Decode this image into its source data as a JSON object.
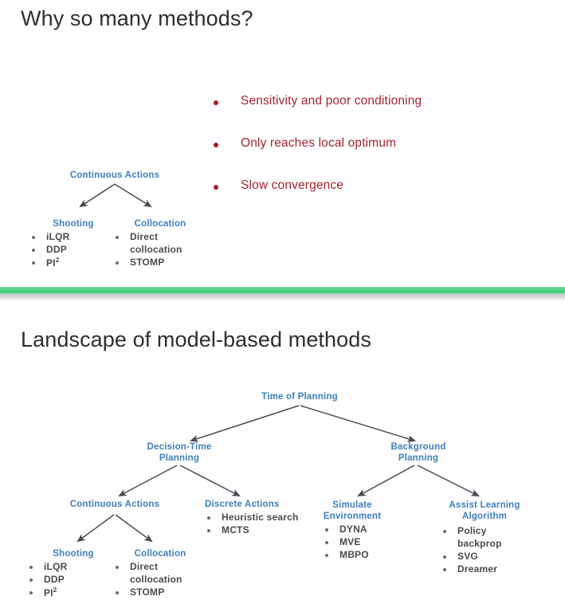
{
  "slide_top": {
    "title": "Why so many methods?",
    "issues": [
      "Sensitivity and poor conditioning",
      "Only reaches local optimum",
      "Slow convergence"
    ],
    "tree": {
      "root": "Continuous Actions",
      "branches": [
        {
          "name": "Shooting",
          "items": [
            "iLQR",
            "DDP",
            "PI",
            "2"
          ]
        },
        {
          "name": "Collocation",
          "items": [
            "Direct",
            "collocation",
            "STOMP"
          ]
        }
      ]
    }
  },
  "slide_bottom": {
    "title": "Landscape of model-based methods",
    "tree": {
      "root": "Time of Planning",
      "level2": [
        {
          "line1": "Decision-Time",
          "line2": "Planning"
        },
        {
          "line1": "Background",
          "line2": "Planning"
        }
      ],
      "level3": [
        {
          "name": "Continuous Actions",
          "items": []
        },
        {
          "name": "Discrete Actions",
          "items": [
            "Heuristic search",
            "MCTS"
          ]
        },
        {
          "line1": "Simulate",
          "line2": "Environment",
          "items": [
            "DYNA",
            "MVE",
            "MBPO"
          ]
        },
        {
          "line1": "Assist Learning",
          "line2": "Algorithm",
          "items": [
            "Policy",
            "backprop",
            "SVG",
            "Dreamer"
          ]
        }
      ],
      "level4": [
        {
          "name": "Shooting",
          "items": [
            "iLQR",
            "DDP",
            "PI",
            "2"
          ]
        },
        {
          "name": "Collocation",
          "items": [
            "Direct",
            "collocation",
            "STOMP"
          ]
        }
      ]
    }
  },
  "colors": {
    "title": "#2e2e2e",
    "bullet_red": "#a81a2e",
    "text_red": "#a4252f",
    "node_blue": "#3d7fbf",
    "leaf_text": "#4a4a4a",
    "divider_green": "#4fd18a",
    "arrow": "#4a4a55"
  }
}
